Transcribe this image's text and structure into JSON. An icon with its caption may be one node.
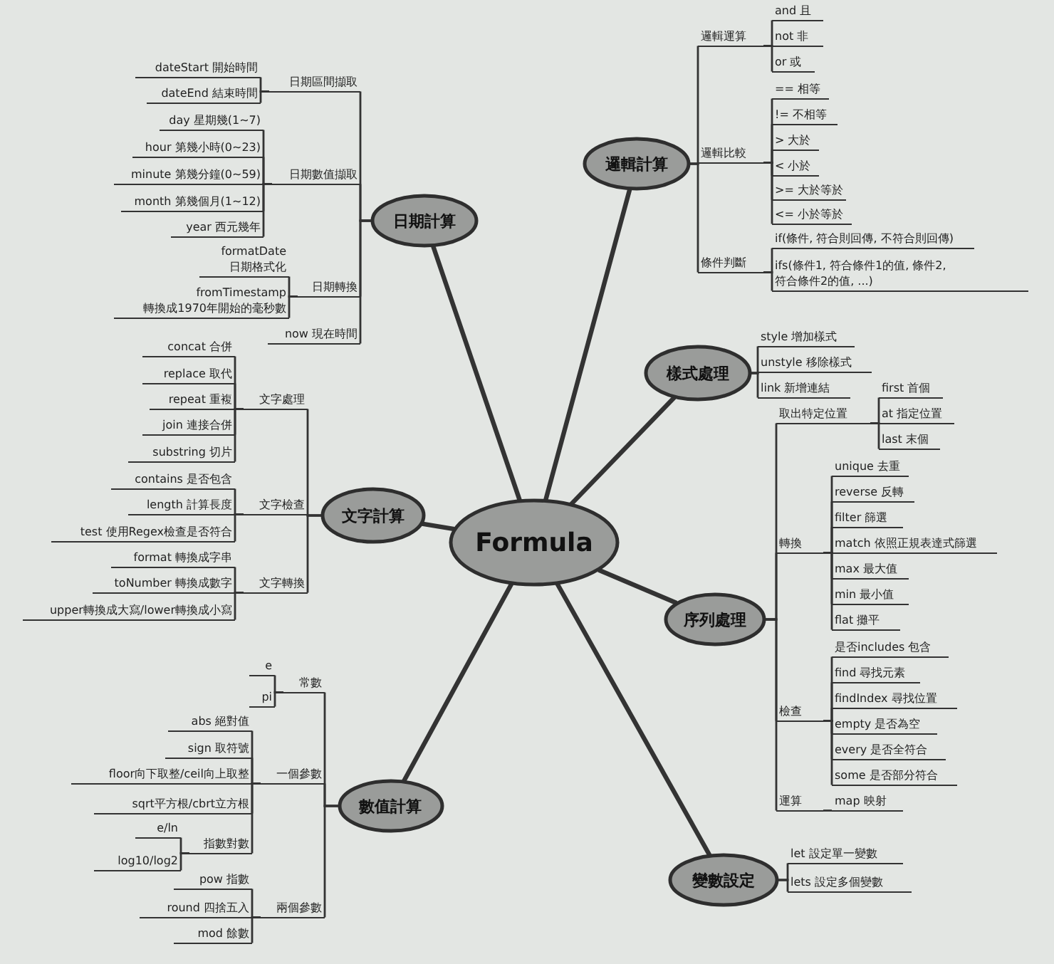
{
  "diagram": {
    "nodes": [
      {
        "text": [
          "Formula"
        ]
      },
      {
        "text": [
          "日期計算"
        ]
      },
      {
        "text": [
          "日期區間擷取"
        ]
      },
      {
        "text": [
          "dateStart 開始時間"
        ]
      },
      {
        "text": [
          "dateEnd 結束時間"
        ]
      },
      {
        "text": [
          "日期數值擷取"
        ]
      },
      {
        "text": [
          "day 星期幾(1~7)"
        ]
      },
      {
        "text": [
          "hour 第幾小時(0~23)"
        ]
      },
      {
        "text": [
          "minute 第幾分鐘(0~59)"
        ]
      },
      {
        "text": [
          "month 第幾個月(1~12)"
        ]
      },
      {
        "text": [
          "year 西元幾年"
        ]
      },
      {
        "text": [
          "日期轉換"
        ]
      },
      {
        "text": [
          "formatDate 日期格式化"
        ]
      },
      {
        "text": [
          "fromTimestamp 轉換成1970年開始的毫秒數"
        ]
      },
      {
        "text": [
          "now 現在時間"
        ]
      },
      {
        "text": [
          "邏輯計算"
        ]
      },
      {
        "text": [
          "邏輯運算"
        ]
      },
      {
        "text": [
          "and 且"
        ]
      },
      {
        "text": [
          "not 非"
        ]
      },
      {
        "text": [
          "or 或"
        ]
      },
      {
        "text": [
          "邏輯比較"
        ]
      },
      {
        "text": [
          "== 相等"
        ]
      },
      {
        "text": [
          "!= 不相等"
        ]
      },
      {
        "text": [
          "> 大於"
        ]
      },
      {
        "text": [
          "< 小於"
        ]
      },
      {
        "text": [
          ">= 大於等於"
        ]
      },
      {
        "text": [
          "<= 小於等於"
        ]
      },
      {
        "text": [
          "條件判斷"
        ]
      },
      {
        "text": [
          "if(條件, 符合則回傳, 不符合則回傳)"
        ]
      },
      {
        "text": [
          "ifs(條件1, 符合條件1的值, 條件2, 符合條件2的值, ...)"
        ]
      },
      {
        "text": [
          "文字計算"
        ]
      },
      {
        "text": [
          "文字處理"
        ]
      },
      {
        "text": [
          "concat 合併"
        ]
      },
      {
        "text": [
          "replace 取代"
        ]
      },
      {
        "text": [
          "repeat 重複"
        ]
      },
      {
        "text": [
          "join 連接合併"
        ]
      },
      {
        "text": [
          "substring 切片"
        ]
      },
      {
        "text": [
          "文字檢查"
        ]
      },
      {
        "text": [
          "contains 是否包含"
        ]
      },
      {
        "text": [
          "length 計算長度"
        ]
      },
      {
        "text": [
          "test 使用Regex檢查是否符合"
        ]
      },
      {
        "text": [
          "文字轉換"
        ]
      },
      {
        "text": [
          "format 轉換成字串"
        ]
      },
      {
        "text": [
          "toNumber 轉換成數字"
        ]
      },
      {
        "text": [
          "upper轉換成大寫/lower轉換成小寫"
        ]
      },
      {
        "text": [
          "樣式處理"
        ]
      },
      {
        "text": [
          "style 增加樣式"
        ]
      },
      {
        "text": [
          "unstyle 移除樣式"
        ]
      },
      {
        "text": [
          "link 新增連結"
        ]
      },
      {
        "text": [
          "序列處理"
        ]
      },
      {
        "text": [
          "取出特定位置"
        ]
      },
      {
        "text": [
          "first 首個"
        ]
      },
      {
        "text": [
          "at 指定位置"
        ]
      },
      {
        "text": [
          "last 末個"
        ]
      },
      {
        "text": [
          "轉換"
        ]
      },
      {
        "text": [
          "unique 去重"
        ]
      },
      {
        "text": [
          "reverse 反轉"
        ]
      },
      {
        "text": [
          "filter 篩選"
        ]
      },
      {
        "text": [
          "match 依照正規表達式篩選"
        ]
      },
      {
        "text": [
          "max 最大值"
        ]
      },
      {
        "text": [
          "min 最小值"
        ]
      },
      {
        "text": [
          "flat 攤平"
        ]
      },
      {
        "text": [
          "檢查"
        ]
      },
      {
        "text": [
          "是否includes 包含"
        ]
      },
      {
        "text": [
          "find 尋找元素"
        ]
      },
      {
        "text": [
          "findIndex 尋找位置"
        ]
      },
      {
        "text": [
          "empty 是否為空"
        ]
      },
      {
        "text": [
          "every 是否全符合"
        ]
      },
      {
        "text": [
          "some 是否部分符合"
        ]
      },
      {
        "text": [
          "運算"
        ]
      },
      {
        "text": [
          "map 映射"
        ]
      },
      {
        "text": [
          "數值計算"
        ]
      },
      {
        "text": [
          "常數"
        ]
      },
      {
        "text": [
          "e"
        ]
      },
      {
        "text": [
          "pi"
        ]
      },
      {
        "text": [
          "一個參數"
        ]
      },
      {
        "text": [
          "abs 絕對值"
        ]
      },
      {
        "text": [
          "sign 取符號"
        ]
      },
      {
        "text": [
          "floor向下取整/ceil向上取整"
        ]
      },
      {
        "text": [
          "sqrt平方根/cbrt立方根"
        ]
      },
      {
        "text": [
          "指數對數"
        ]
      },
      {
        "text": [
          "e/ln"
        ]
      },
      {
        "text": [
          "log10/log2"
        ]
      },
      {
        "text": [
          "兩個參數"
        ]
      },
      {
        "text": [
          "pow 指數"
        ]
      },
      {
        "text": [
          "round 四捨五入"
        ]
      },
      {
        "text": [
          "mod 餘數"
        ]
      },
      {
        "text": [
          "變數設定"
        ]
      },
      {
        "text": [
          "let 設定單一變數"
        ]
      },
      {
        "text": [
          "lets 設定多個變數"
        ]
      }
    ],
    "edges": [
      {
        "from": 0,
        "to": 1,
        "arrow": "none",
        "style": "thick"
      },
      {
        "from": 0,
        "to": 15,
        "arrow": "none",
        "style": "thick"
      },
      {
        "from": 0,
        "to": 30,
        "arrow": "none",
        "style": "thick"
      },
      {
        "from": 0,
        "to": 45,
        "arrow": "none",
        "style": "thick"
      },
      {
        "from": 0,
        "to": 49,
        "arrow": "none",
        "style": "thick"
      },
      {
        "from": 0,
        "to": 71,
        "arrow": "none",
        "style": "thick"
      },
      {
        "from": 0,
        "to": 87,
        "arrow": "none",
        "style": "thick"
      },
      {
        "from": 1,
        "to": 2,
        "arrow": "none"
      },
      {
        "from": 2,
        "to": 3,
        "arrow": "none"
      },
      {
        "from": 2,
        "to": 4,
        "arrow": "none"
      },
      {
        "from": 1,
        "to": 5,
        "arrow": "none"
      },
      {
        "from": 5,
        "to": 6,
        "arrow": "none"
      },
      {
        "from": 5,
        "to": 7,
        "arrow": "none"
      },
      {
        "from": 5,
        "to": 8,
        "arrow": "none"
      },
      {
        "from": 5,
        "to": 9,
        "arrow": "none"
      },
      {
        "from": 5,
        "to": 10,
        "arrow": "none"
      },
      {
        "from": 1,
        "to": 11,
        "arrow": "none"
      },
      {
        "from": 11,
        "to": 12,
        "arrow": "none"
      },
      {
        "from": 11,
        "to": 13,
        "arrow": "none"
      },
      {
        "from": 1,
        "to": 14,
        "arrow": "none"
      },
      {
        "from": 15,
        "to": 16,
        "arrow": "none"
      },
      {
        "from": 16,
        "to": 17,
        "arrow": "none"
      },
      {
        "from": 16,
        "to": 18,
        "arrow": "none"
      },
      {
        "from": 16,
        "to": 19,
        "arrow": "none"
      },
      {
        "from": 15,
        "to": 20,
        "arrow": "none"
      },
      {
        "from": 20,
        "to": 21,
        "arrow": "none"
      },
      {
        "from": 20,
        "to": 22,
        "arrow": "none"
      },
      {
        "from": 20,
        "to": 23,
        "arrow": "none"
      },
      {
        "from": 20,
        "to": 24,
        "arrow": "none"
      },
      {
        "from": 20,
        "to": 25,
        "arrow": "none"
      },
      {
        "from": 20,
        "to": 26,
        "arrow": "none"
      },
      {
        "from": 15,
        "to": 27,
        "arrow": "none"
      },
      {
        "from": 27,
        "to": 28,
        "arrow": "none"
      },
      {
        "from": 27,
        "to": 29,
        "arrow": "none"
      },
      {
        "from": 30,
        "to": 31,
        "arrow": "none"
      },
      {
        "from": 31,
        "to": 32,
        "arrow": "none"
      },
      {
        "from": 31,
        "to": 33,
        "arrow": "none"
      },
      {
        "from": 31,
        "to": 34,
        "arrow": "none"
      },
      {
        "from": 31,
        "to": 35,
        "arrow": "none"
      },
      {
        "from": 31,
        "to": 36,
        "arrow": "none"
      },
      {
        "from": 30,
        "to": 37,
        "arrow": "none"
      },
      {
        "from": 37,
        "to": 38,
        "arrow": "none"
      },
      {
        "from": 37,
        "to": 39,
        "arrow": "none"
      },
      {
        "from": 37,
        "to": 40,
        "arrow": "none"
      },
      {
        "from": 30,
        "to": 41,
        "arrow": "none"
      },
      {
        "from": 41,
        "to": 42,
        "arrow": "none"
      },
      {
        "from": 41,
        "to": 43,
        "arrow": "none"
      },
      {
        "from": 41,
        "to": 44,
        "arrow": "none"
      },
      {
        "from": 45,
        "to": 46,
        "arrow": "none"
      },
      {
        "from": 45,
        "to": 47,
        "arrow": "none"
      },
      {
        "from": 45,
        "to": 48,
        "arrow": "none"
      },
      {
        "from": 49,
        "to": 50,
        "arrow": "none"
      },
      {
        "from": 50,
        "to": 51,
        "arrow": "none"
      },
      {
        "from": 50,
        "to": 52,
        "arrow": "none"
      },
      {
        "from": 50,
        "to": 53,
        "arrow": "none"
      },
      {
        "from": 49,
        "to": 54,
        "arrow": "none"
      },
      {
        "from": 54,
        "to": 55,
        "arrow": "none"
      },
      {
        "from": 54,
        "to": 56,
        "arrow": "none"
      },
      {
        "from": 54,
        "to": 57,
        "arrow": "none"
      },
      {
        "from": 54,
        "to": 58,
        "arrow": "none"
      },
      {
        "from": 54,
        "to": 59,
        "arrow": "none"
      },
      {
        "from": 54,
        "to": 60,
        "arrow": "none"
      },
      {
        "from": 54,
        "to": 61,
        "arrow": "none"
      },
      {
        "from": 49,
        "to": 62,
        "arrow": "none"
      },
      {
        "from": 62,
        "to": 63,
        "arrow": "none"
      },
      {
        "from": 62,
        "to": 64,
        "arrow": "none"
      },
      {
        "from": 62,
        "to": 65,
        "arrow": "none"
      },
      {
        "from": 62,
        "to": 66,
        "arrow": "none"
      },
      {
        "from": 62,
        "to": 67,
        "arrow": "none"
      },
      {
        "from": 62,
        "to": 68,
        "arrow": "none"
      },
      {
        "from": 49,
        "to": 69,
        "arrow": "none"
      },
      {
        "from": 69,
        "to": 70,
        "arrow": "none"
      },
      {
        "from": 71,
        "to": 72,
        "arrow": "none"
      },
      {
        "from": 72,
        "to": 73,
        "arrow": "none"
      },
      {
        "from": 72,
        "to": 74,
        "arrow": "none"
      },
      {
        "from": 71,
        "to": 75,
        "arrow": "none"
      },
      {
        "from": 75,
        "to": 76,
        "arrow": "none"
      },
      {
        "from": 75,
        "to": 77,
        "arrow": "none"
      },
      {
        "from": 75,
        "to": 78,
        "arrow": "none"
      },
      {
        "from": 75,
        "to": 79,
        "arrow": "none"
      },
      {
        "from": 75,
        "to": 80,
        "arrow": "none"
      },
      {
        "from": 80,
        "to": 81,
        "arrow": "none"
      },
      {
        "from": 80,
        "to": 82,
        "arrow": "none"
      },
      {
        "from": 71,
        "to": 83,
        "arrow": "none"
      },
      {
        "from": 83,
        "to": 84,
        "arrow": "none"
      },
      {
        "from": 83,
        "to": 85,
        "arrow": "none"
      },
      {
        "from": 83,
        "to": 86,
        "arrow": "none"
      },
      {
        "from": 87,
        "to": 88,
        "arrow": "none"
      },
      {
        "from": 87,
        "to": 89,
        "arrow": "none"
      }
    ]
  }
}
